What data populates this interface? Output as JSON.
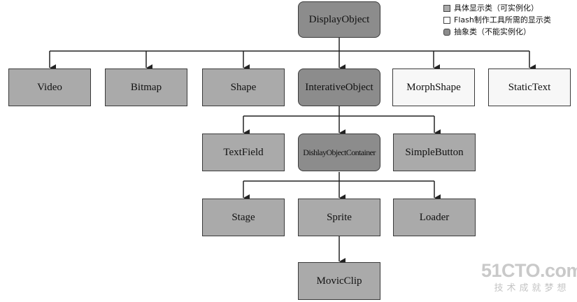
{
  "legend": [
    {
      "label": "具体显示类（可实例化）",
      "kind": "concrete"
    },
    {
      "label": "Flash制作工具所需的显示类",
      "kind": "flash"
    },
    {
      "label": "抽象类（不能实例化）",
      "kind": "abstract"
    }
  ],
  "nodes": {
    "DisplayObject": "DisplayObject",
    "Video": "Video",
    "Bitmap": "Bitmap",
    "Shape": "Shape",
    "InterativeObject": "InterativeObject",
    "MorphShape": "MorphShape",
    "StaticText": "StaticText",
    "TextField": "TextField",
    "DishlayObjectContainer": "DishlayObjectContainer",
    "SimpleButton": "SimpleButton",
    "Stage": "Stage",
    "Sprite": "Sprite",
    "Loader": "Loader",
    "MovicClip": "MovicClip"
  },
  "watermark": {
    "brand": "51CTO.com",
    "tagline": "技术成就梦想"
  },
  "colors": {
    "concrete": "#aaaaaa",
    "flash": "#f7f7f7",
    "abstract": "#8c8c8c",
    "line": "#222222"
  }
}
